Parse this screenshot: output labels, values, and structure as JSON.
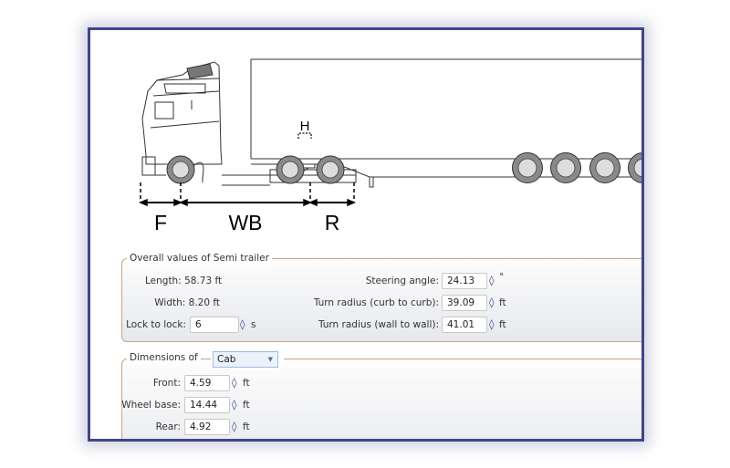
{
  "diagram": {
    "labels": {
      "front": "F",
      "wheel_base": "WB",
      "rear": "R",
      "hitch": "H"
    }
  },
  "overall": {
    "legend": "Overall values of Semi trailer",
    "length": "Length: 58.73 ft",
    "width": "Width: 8.20 ft",
    "lock_label": "Lock to lock:",
    "lock_value": "6",
    "lock_unit": "s",
    "steering_label": "Steering angle:",
    "steering_value": "24.13",
    "steering_unit": "°",
    "curb_label": "Turn radius (curb to curb):",
    "curb_value": "39.09",
    "curb_unit": "ft",
    "wall_label": "Turn radius (wall to wall):",
    "wall_value": "41.01",
    "wall_unit": "ft"
  },
  "dimensions": {
    "legend": "Dimensions of",
    "selected": "Cab",
    "rows": [
      {
        "label": "Front:",
        "value": "4.59",
        "unit": "ft"
      },
      {
        "label": "Wheel base:",
        "value": "14.44",
        "unit": "ft"
      },
      {
        "label": "Rear:",
        "value": "4.92",
        "unit": "ft"
      }
    ]
  },
  "icons": {
    "spinner": "spinner-updown-icon",
    "dropdown": "chevron-down-icon"
  },
  "colors": {
    "frame": "#3f4787",
    "fieldset_border": "#c9a47e",
    "spinner": "#2b3a8a"
  }
}
